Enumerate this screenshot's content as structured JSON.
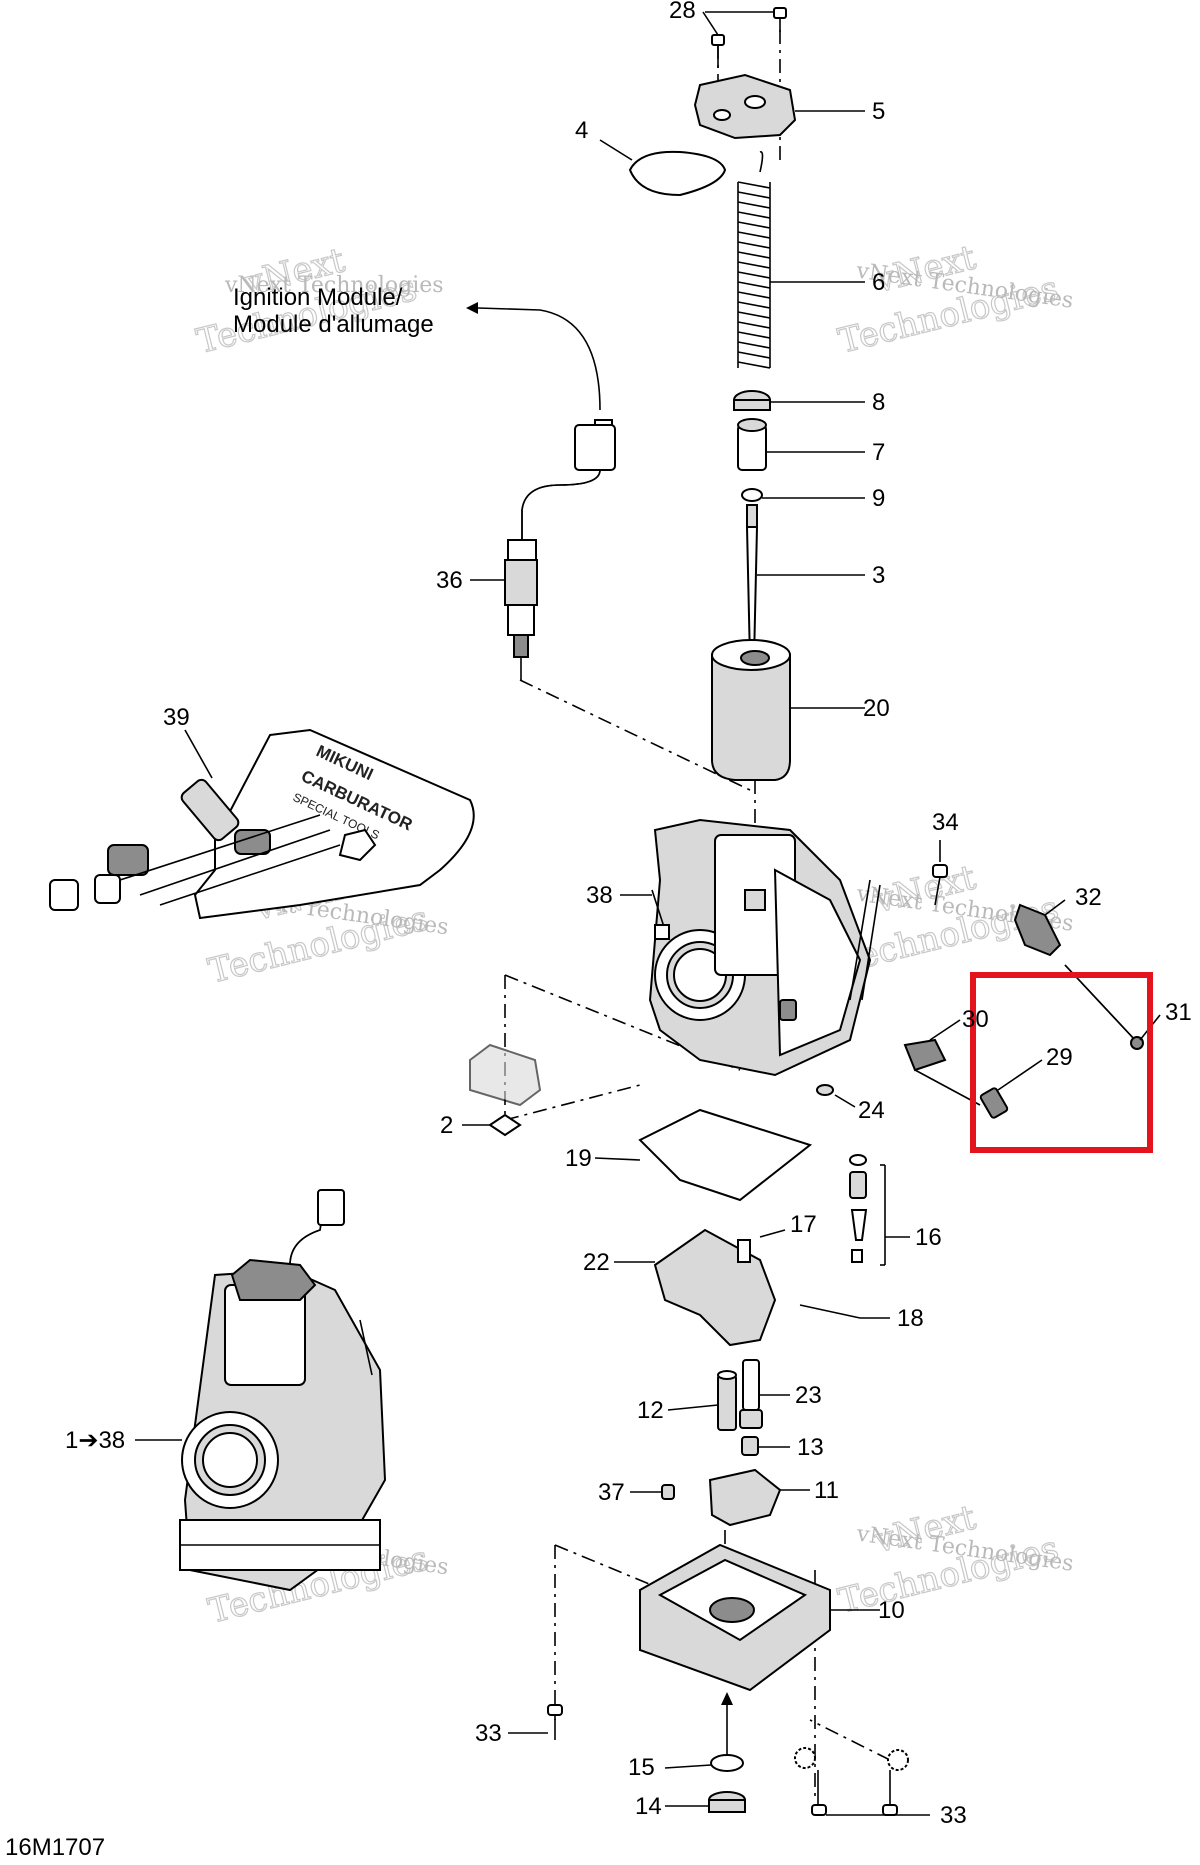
{
  "diagram": {
    "code": "16M1707",
    "ignition_label_line1": "Ignition Module/",
    "ignition_label_line2": "Module d'allumage",
    "watermark_line1": "vNext",
    "watermark_line2": "Technologies",
    "watermark_full": "vNext Technologies",
    "tool_brand": "MIKUNI",
    "tool_word": "CARBURATOR",
    "tool_sub": "SPECIAL TOOLS",
    "assembly_label": "1➔38",
    "callouts": [
      {
        "id": "c28",
        "text": "28"
      },
      {
        "id": "c5",
        "text": "5"
      },
      {
        "id": "c4",
        "text": "4"
      },
      {
        "id": "c6",
        "text": "6"
      },
      {
        "id": "c8",
        "text": "8"
      },
      {
        "id": "c7",
        "text": "7"
      },
      {
        "id": "c9",
        "text": "9"
      },
      {
        "id": "c36",
        "text": "36"
      },
      {
        "id": "c3",
        "text": "3"
      },
      {
        "id": "c20",
        "text": "20"
      },
      {
        "id": "c39",
        "text": "39"
      },
      {
        "id": "c34",
        "text": "34"
      },
      {
        "id": "c38",
        "text": "38"
      },
      {
        "id": "c32",
        "text": "32"
      },
      {
        "id": "c31",
        "text": "31"
      },
      {
        "id": "c30",
        "text": "30"
      },
      {
        "id": "c29",
        "text": "29"
      },
      {
        "id": "c2",
        "text": "2"
      },
      {
        "id": "c24",
        "text": "24"
      },
      {
        "id": "c19",
        "text": "19"
      },
      {
        "id": "c17",
        "text": "17"
      },
      {
        "id": "c16",
        "text": "16"
      },
      {
        "id": "c22",
        "text": "22"
      },
      {
        "id": "c18",
        "text": "18"
      },
      {
        "id": "c12",
        "text": "12"
      },
      {
        "id": "c23",
        "text": "23"
      },
      {
        "id": "c13",
        "text": "13"
      },
      {
        "id": "c37",
        "text": "37"
      },
      {
        "id": "c11",
        "text": "11"
      },
      {
        "id": "c10",
        "text": "10"
      },
      {
        "id": "c33a",
        "text": "33"
      },
      {
        "id": "c15",
        "text": "15"
      },
      {
        "id": "c14",
        "text": "14"
      },
      {
        "id": "c33b",
        "text": "33"
      }
    ],
    "highlight_color": "#e3141b"
  }
}
